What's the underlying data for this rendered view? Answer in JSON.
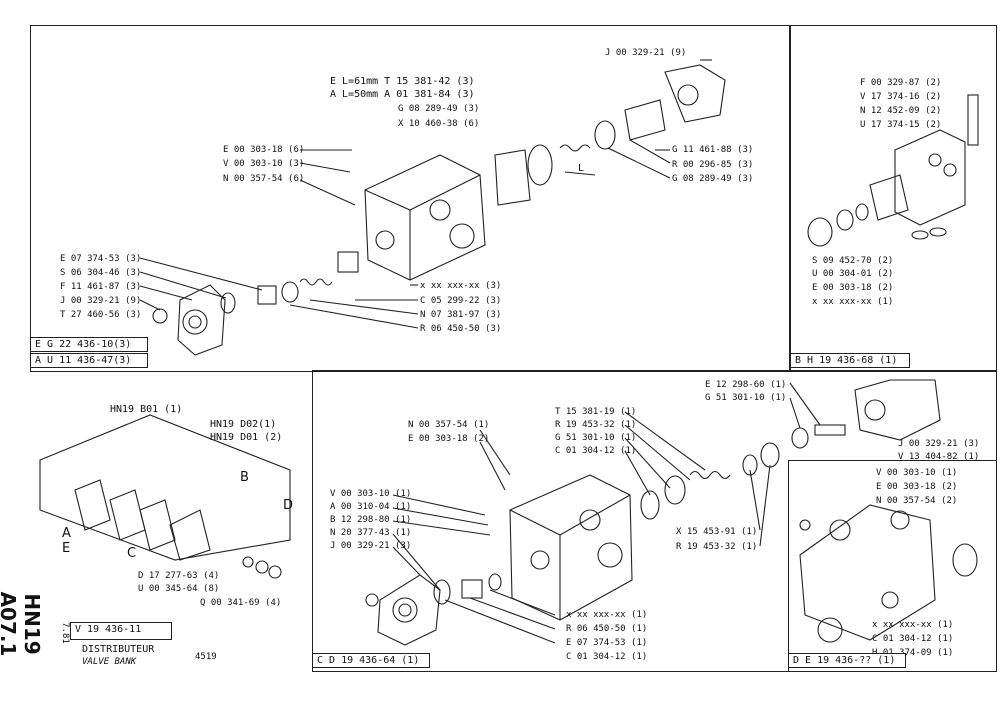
{
  "title_block": {
    "drawing_no": "HN19 A07.1",
    "ref": "V 19 436-11",
    "date": "7.81",
    "name_fr": "DISTRIBUTEUR",
    "name_en": "VALVE BANK",
    "model": "4519"
  },
  "panel_a": {
    "length_e": "E L=61mm T 15 381-42 (3)",
    "length_a": "A L=50mm A 01 381-84 (3)",
    "labels": [
      "J 00 329-21 (9)",
      "G 08 289-49 (3)",
      "X 10 460-38 (6)",
      "E 00 303-18 (6)",
      "V 00 303-10 (3)",
      "N 00 357-54 (6)",
      "G 11 461-88 (3)",
      "R 00 296-85 (3)",
      "G 08 289-49 (3)",
      "E 07 374-53 (3)",
      "S 06 304-46 (3)",
      "F 11 461-87 (3)",
      "J 00 329-21 (9)",
      "T 27 460-56 (3)",
      "x xx xxx-xx (3)",
      "C 05 299-22 (3)",
      "N 07 381-97 (3)",
      "R 06 450-50 (3)"
    ],
    "tag_e": "E  G 22 436-10(3)",
    "tag_a": "A  U 11 436-47(3)",
    "dim_l": "L"
  },
  "panel_b": {
    "labels": [
      "F 00 329-87 (2)",
      "V 17 374-16 (2)",
      "N 12 452-09 (2)",
      "U 17 374-15 (2)",
      "S 09 452-70 (2)",
      "U 00 304-01 (2)",
      "E 00 303-18 (2)",
      "x xx xxx-xx (1)"
    ],
    "tag": "B  H 19 436-68 (1)"
  },
  "overview": {
    "labels": [
      "HN19 B01 (1)",
      "HN19 D02(1)",
      "HN19 D01 (2)",
      "B",
      "D",
      "A",
      "E",
      "C",
      "D 17 277-63 (4)",
      "U 00 345-64 (8)",
      "Q 00 341-69 (4)"
    ]
  },
  "panel_c": {
    "labels": [
      "N 00 357-54 (1)",
      "E 00 303-18 (2)",
      "T 15 381-19 (1)",
      "R 19 453-32 (1)",
      "G 51 301-10 (1)",
      "C 01 304-12 (1)",
      "E 12 298-60 (1)",
      "G 51 301-10 (1)",
      "V 00 303-10 (1)",
      "A 00 310-04 (1)",
      "B 12 298-80 (1)",
      "N 20 377-43 (1)",
      "J 00 329-21 (3)",
      "X 15 453-91 (1)",
      "R 19 453-32 (1)",
      "x xx xxx-xx (1)",
      "R 06 450-50 (1)",
      "E 07 374-53 (1)",
      "C 01 304-12 (1)"
    ],
    "tag": "C  D 19 436-64 (1)"
  },
  "panel_d": {
    "labels": [
      "J 00 329-21 (3)",
      "V 13 404-82 (1)",
      "V 00 303-10 (1)",
      "E 00 303-18 (2)",
      "N 00 357-54 (2)",
      "x xx xxx-xx (1)",
      "C 01 304-12 (1)",
      "H 01 374-09 (1)"
    ],
    "tag": "D  E 19 436-?? (1)"
  }
}
